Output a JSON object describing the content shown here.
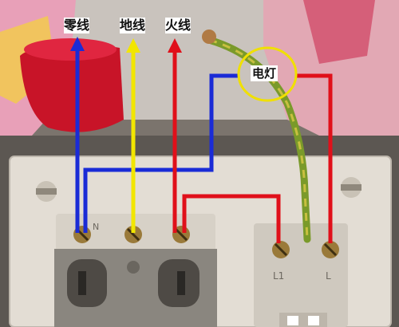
{
  "labels": {
    "neutral_wire": "零线",
    "ground_wire": "地线",
    "live_wire": "火线",
    "lamp": "电灯"
  },
  "outlet_marks": {
    "neutral_terminal": "N",
    "l1_terminal": "L1",
    "l_terminal": "L"
  },
  "colors": {
    "neutral": "#1a2bd6",
    "ground": "#f2e600",
    "live": "#e0101a",
    "lamp_circle": "#f0e000"
  }
}
